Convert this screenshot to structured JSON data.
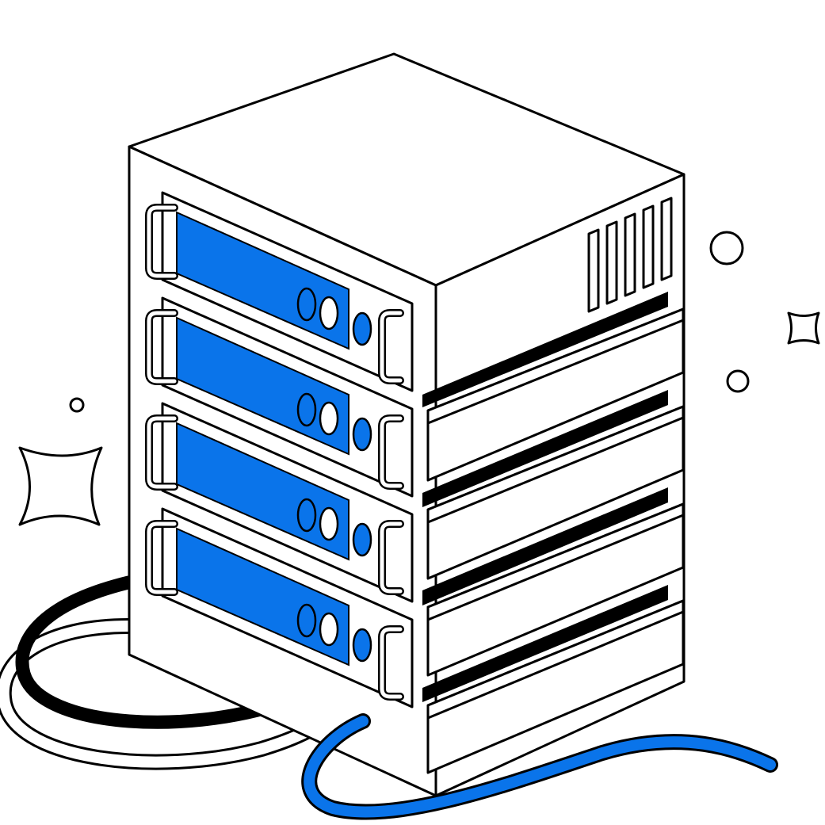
{
  "illustration": {
    "subject": "server-rack",
    "unit_count": 4,
    "colors": {
      "accent": "#0a74ea",
      "outline": "#000000",
      "background": "#ffffff",
      "body": "#ffffff"
    },
    "cables": [
      "black-cable",
      "white-cable",
      "blue-cable"
    ],
    "decorations": [
      "sparkle-icon",
      "sparkle-icon",
      "circle-icon",
      "circle-icon",
      "circle-icon"
    ]
  }
}
